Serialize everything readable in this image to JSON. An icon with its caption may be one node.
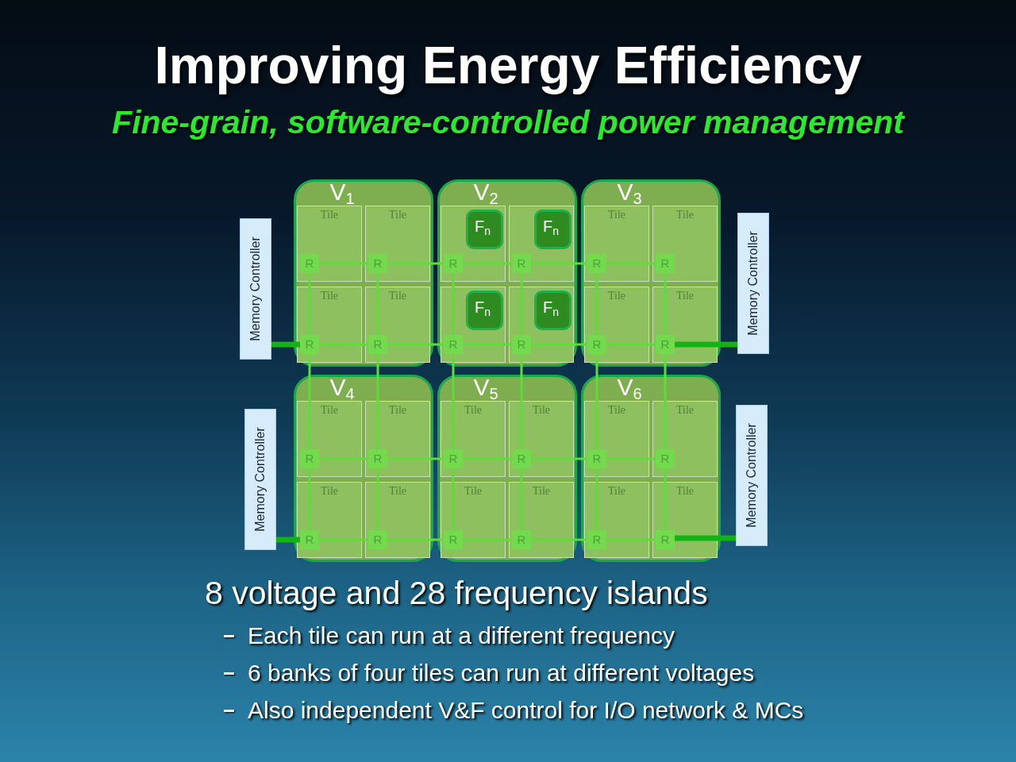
{
  "diagram": {
    "title": "Improving Energy Efficiency",
    "nodes": [
      {
        "text": [
          "Memory Controller"
        ]
      },
      {
        "text": [
          "V$_{1}$"
        ]
      },
      {
        "text": [
          "Tile"
        ],
        "in": 1
      },
      {
        "text": [
          "R"
        ],
        "in": 2
      },
      {
        "text": [
          "Tile"
        ],
        "in": 1
      },
      {
        "text": [
          "R"
        ],
        "in": 4
      },
      {
        "text": [
          "Tile"
        ],
        "in": 1
      },
      {
        "text": [
          "R"
        ],
        "in": 6
      },
      {
        "text": [
          "Tile"
        ],
        "in": 1
      },
      {
        "text": [
          "R"
        ],
        "in": 8
      },
      {
        "text": [
          "V$_{2}$"
        ]
      },
      {
        "text": [],
        "shape": "box",
        "in": 10
      },
      {
        "text": [
          "F$_{n}$"
        ],
        "in": 11
      },
      {
        "text": [
          "R"
        ],
        "in": 11
      },
      {
        "text": [],
        "shape": "box",
        "in": 10
      },
      {
        "text": [
          "F$_{n}$"
        ],
        "in": 14
      },
      {
        "text": [
          "R"
        ],
        "in": 14
      },
      {
        "text": [],
        "shape": "box",
        "in": 10
      },
      {
        "text": [
          "F$_{n}$"
        ],
        "in": 17
      },
      {
        "text": [
          "R"
        ],
        "in": 17
      },
      {
        "text": [],
        "shape": "box",
        "in": 10
      },
      {
        "text": [
          "F$_{n}$"
        ],
        "in": 20
      },
      {
        "text": [
          "R"
        ],
        "in": 20
      },
      {
        "text": [
          "V$_{3}$"
        ]
      },
      {
        "text": [
          "Tile"
        ],
        "in": 23
      },
      {
        "text": [
          "R"
        ],
        "in": 24
      },
      {
        "text": [
          "Tile"
        ],
        "in": 23
      },
      {
        "text": [
          "R"
        ],
        "in": 26
      },
      {
        "text": [
          "Tile"
        ],
        "in": 23
      },
      {
        "text": [
          "R"
        ],
        "in": 28
      },
      {
        "text": [
          "Tile"
        ],
        "in": 23
      },
      {
        "text": [
          "R"
        ],
        "in": 30
      },
      {
        "text": [
          "Memory Controller"
        ]
      },
      {
        "text": [
          "Memory Controller"
        ]
      },
      {
        "text": [
          "V$_{4}$"
        ]
      },
      {
        "text": [
          "Tile"
        ],
        "in": 34
      },
      {
        "text": [
          "R"
        ],
        "in": 35
      },
      {
        "text": [
          "Tile"
        ],
        "in": 34
      },
      {
        "text": [
          "R"
        ],
        "in": 37
      },
      {
        "text": [
          "Tile"
        ],
        "in": 34
      },
      {
        "text": [
          "R"
        ],
        "in": 39
      },
      {
        "text": [
          "Tile"
        ],
        "in": 34
      },
      {
        "text": [
          "R"
        ],
        "in": 41
      },
      {
        "text": [
          "V$_{5}$"
        ]
      },
      {
        "text": [
          "Tile"
        ],
        "in": 43
      },
      {
        "text": [
          "R"
        ],
        "in": 44
      },
      {
        "text": [
          "Tile"
        ],
        "in": 43
      },
      {
        "text": [
          "R"
        ],
        "in": 46
      },
      {
        "text": [
          "Tile"
        ],
        "in": 43
      },
      {
        "text": [
          "R"
        ],
        "in": 48
      },
      {
        "text": [
          "Tile"
        ],
        "in": 43
      },
      {
        "text": [
          "R"
        ],
        "in": 50
      },
      {
        "text": [
          "V$_{6}$"
        ]
      },
      {
        "text": [
          "Tile"
        ],
        "in": 52
      },
      {
        "text": [
          "R"
        ],
        "in": 53
      },
      {
        "text": [
          "Tile"
        ],
        "in": 52
      },
      {
        "text": [
          "R"
        ],
        "in": 55
      },
      {
        "text": [
          "Tile"
        ],
        "in": 52
      },
      {
        "text": [
          "R"
        ],
        "in": 57
      },
      {
        "text": [
          "Tile"
        ],
        "in": 52
      },
      {
        "text": [
          "R"
        ],
        "in": 59
      },
      {
        "text": [
          "Memory Controller"
        ]
      }
    ],
    "edges": [
      {
        "from": 0,
        "to": 7,
        "arrow": "none",
        "style": "thick",
        "color": "#12b312"
      },
      {
        "from": 32,
        "to": 31,
        "arrow": "none",
        "style": "thick",
        "color": "#12b312"
      },
      {
        "from": 33,
        "to": 40,
        "arrow": "none",
        "style": "thick",
        "color": "#12b312"
      },
      {
        "from": 61,
        "to": 60,
        "arrow": "none",
        "style": "thick",
        "color": "#12b312"
      },
      {
        "from": 3,
        "to": 5,
        "arrow": "none"
      },
      {
        "from": 5,
        "to": 13,
        "arrow": "none"
      },
      {
        "from": 13,
        "to": 16,
        "arrow": "none"
      },
      {
        "from": 16,
        "to": 25,
        "arrow": "none"
      },
      {
        "from": 25,
        "to": 27,
        "arrow": "none"
      },
      {
        "from": 7,
        "to": 9,
        "arrow": "none"
      },
      {
        "from": 9,
        "to": 19,
        "arrow": "none"
      },
      {
        "from": 19,
        "to": 22,
        "arrow": "none"
      },
      {
        "from": 22,
        "to": 29,
        "arrow": "none"
      },
      {
        "from": 29,
        "to": 31,
        "arrow": "none"
      },
      {
        "from": 36,
        "to": 38,
        "arrow": "none"
      },
      {
        "from": 38,
        "to": 45,
        "arrow": "none"
      },
      {
        "from": 45,
        "to": 47,
        "arrow": "none"
      },
      {
        "from": 47,
        "to": 54,
        "arrow": "none"
      },
      {
        "from": 54,
        "to": 56,
        "arrow": "none"
      },
      {
        "from": 40,
        "to": 42,
        "arrow": "none"
      },
      {
        "from": 42,
        "to": 49,
        "arrow": "none"
      },
      {
        "from": 49,
        "to": 51,
        "arrow": "none"
      },
      {
        "from": 51,
        "to": 58,
        "arrow": "none"
      },
      {
        "from": 58,
        "to": 60,
        "arrow": "none"
      },
      {
        "from": 3,
        "to": 7,
        "arrow": "none"
      },
      {
        "from": 7,
        "to": 36,
        "arrow": "none"
      },
      {
        "from": 36,
        "to": 40,
        "arrow": "none"
      },
      {
        "from": 5,
        "to": 9,
        "arrow": "none"
      },
      {
        "from": 9,
        "to": 38,
        "arrow": "none"
      },
      {
        "from": 38,
        "to": 42,
        "arrow": "none"
      },
      {
        "from": 13,
        "to": 19,
        "arrow": "none"
      },
      {
        "from": 19,
        "to": 45,
        "arrow": "none"
      },
      {
        "from": 45,
        "to": 49,
        "arrow": "none"
      },
      {
        "from": 16,
        "to": 22,
        "arrow": "none"
      },
      {
        "from": 22,
        "to": 47,
        "arrow": "none"
      },
      {
        "from": 47,
        "to": 51,
        "arrow": "none"
      },
      {
        "from": 25,
        "to": 29,
        "arrow": "none"
      },
      {
        "from": 29,
        "to": 54,
        "arrow": "none"
      },
      {
        "from": 54,
        "to": 58,
        "arrow": "none"
      },
      {
        "from": 27,
        "to": 31,
        "arrow": "none"
      },
      {
        "from": 31,
        "to": 56,
        "arrow": "none"
      },
      {
        "from": 56,
        "to": 60,
        "arrow": "none"
      }
    ],
    "labels": [
      "Fine-grain, software-controlled power management",
      "8 voltage and 28 frequency islands",
      "Each tile can run at a different frequency",
      "6 banks of four tiles can run at different voltages",
      "Also independent V&F control for I/O network & MCs"
    ]
  }
}
